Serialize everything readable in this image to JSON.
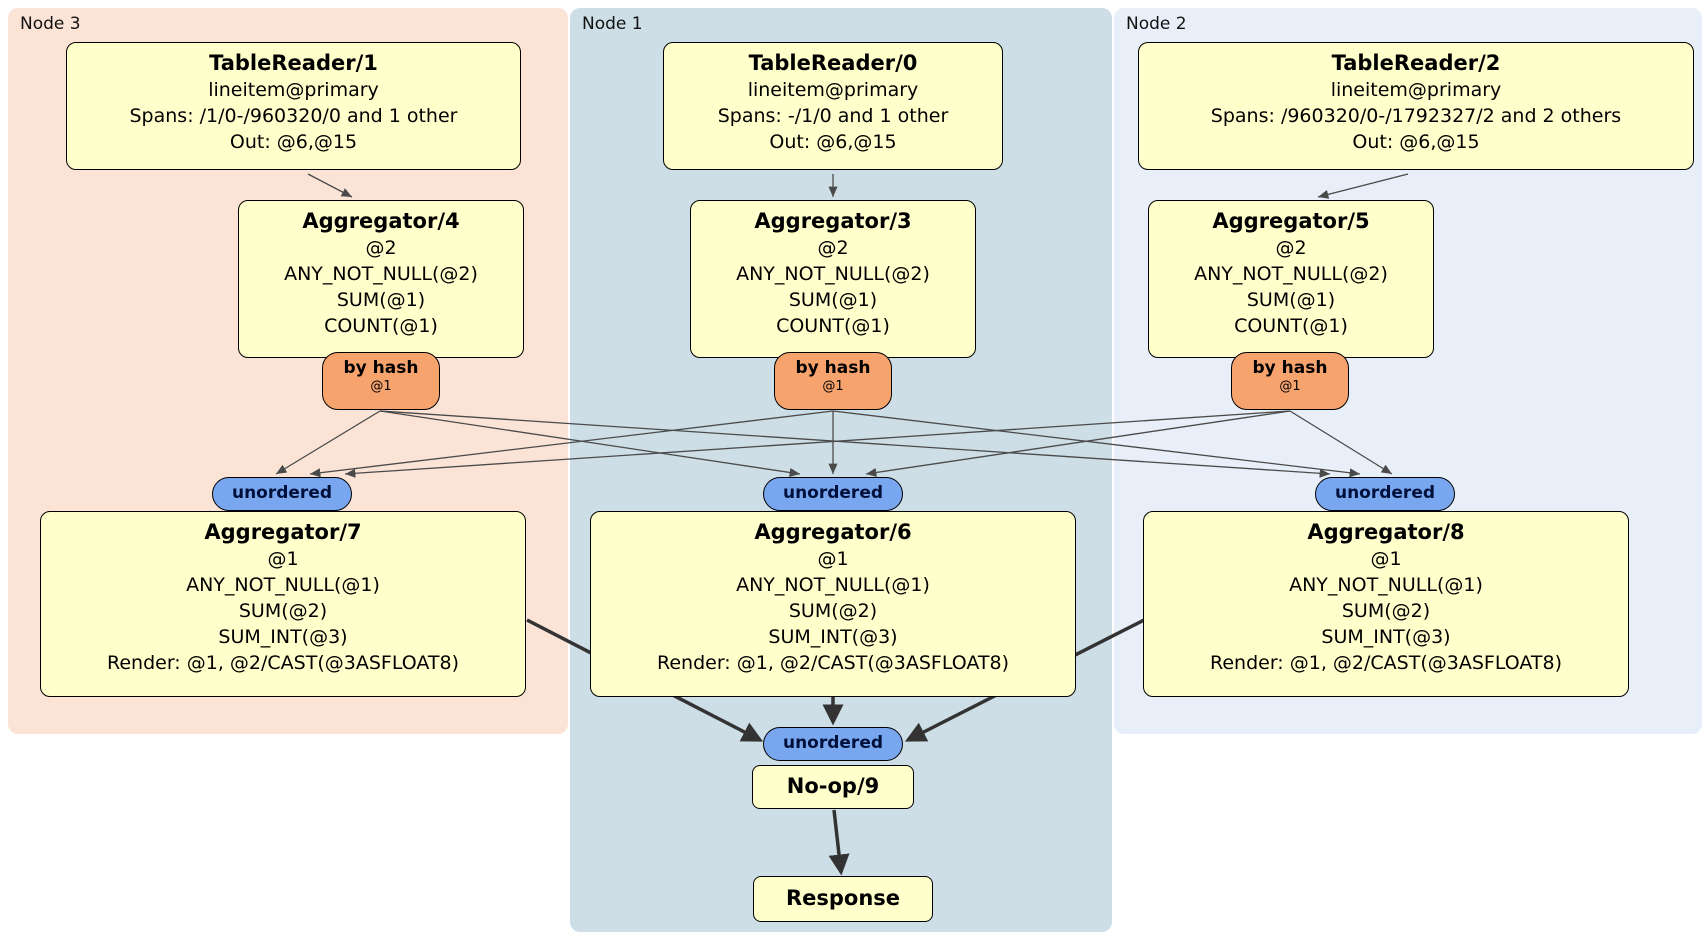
{
  "regions": {
    "node3": {
      "label": "Node 3"
    },
    "node1": {
      "label": "Node 1"
    },
    "node2": {
      "label": "Node 2"
    }
  },
  "processors": {
    "tablereader1": {
      "title": "TableReader/1",
      "lines": [
        "lineitem@primary",
        "Spans: /1/0-/960320/0 and 1 other",
        "Out: @6,@15"
      ]
    },
    "tablereader0": {
      "title": "TableReader/0",
      "lines": [
        "lineitem@primary",
        "Spans: -/1/0 and 1 other",
        "Out: @6,@15"
      ]
    },
    "tablereader2": {
      "title": "TableReader/2",
      "lines": [
        "lineitem@primary",
        "Spans: /960320/0-/1792327/2 and 2 others",
        "Out: @6,@15"
      ]
    },
    "aggregator4": {
      "title": "Aggregator/4",
      "lines": [
        "@2",
        "ANY_NOT_NULL(@2)",
        "SUM(@1)",
        "COUNT(@1)"
      ]
    },
    "aggregator3": {
      "title": "Aggregator/3",
      "lines": [
        "@2",
        "ANY_NOT_NULL(@2)",
        "SUM(@1)",
        "COUNT(@1)"
      ]
    },
    "aggregator5": {
      "title": "Aggregator/5",
      "lines": [
        "@2",
        "ANY_NOT_NULL(@2)",
        "SUM(@1)",
        "COUNT(@1)"
      ]
    },
    "aggregator7": {
      "title": "Aggregator/7",
      "lines": [
        "@1",
        "ANY_NOT_NULL(@1)",
        "SUM(@2)",
        "SUM_INT(@3)",
        "Render: @1, @2/CAST(@3ASFLOAT8)"
      ]
    },
    "aggregator6": {
      "title": "Aggregator/6",
      "lines": [
        "@1",
        "ANY_NOT_NULL(@1)",
        "SUM(@2)",
        "SUM_INT(@3)",
        "Render: @1, @2/CAST(@3ASFLOAT8)"
      ]
    },
    "aggregator8": {
      "title": "Aggregator/8",
      "lines": [
        "@1",
        "ANY_NOT_NULL(@1)",
        "SUM(@2)",
        "SUM_INT(@3)",
        "Render: @1, @2/CAST(@3ASFLOAT8)"
      ]
    },
    "noop9": {
      "title": "No-op/9"
    },
    "response": {
      "title": "Response"
    }
  },
  "router": {
    "label": "by hash",
    "target": "@1"
  },
  "sync": {
    "label": "unordered"
  },
  "colors": {
    "node3_bg": "#fbe3d5",
    "node1_bg": "#cddee7",
    "node2_bg": "#e9eff8",
    "processor_fill": "#ffffcc",
    "router_fill": "#f7a36e",
    "sync_fill": "#78a7ef",
    "edge_thin": "#4a4a4a",
    "edge_thick": "#333333"
  }
}
